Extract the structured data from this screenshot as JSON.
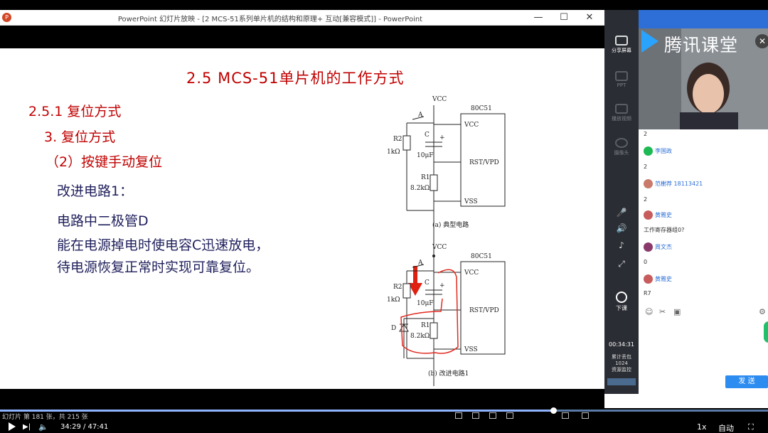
{
  "window": {
    "title": "PowerPoint 幻灯片放映 - [2 MCS-51系列单片机的结构和原理+ 互动[兼容模式]] - PowerPoint",
    "minimize": "—",
    "maximize": "☐",
    "close": "✕"
  },
  "slide": {
    "title": "2.5  MCS-51单片机的工作方式",
    "section": "2.5.1  复位方式",
    "subsection": "3. 复位方式",
    "item": "（2）按键手动复位",
    "improved": "改进电路1：",
    "body": [
      "电路中二极管D",
      "能在电源掉电时使电容C迅速放电，",
      "待电源恢复正常时实现可靠复位。"
    ]
  },
  "circuit_a": {
    "chip": "80C51",
    "vcc_top": "VCC",
    "switch": "A",
    "cap": "C",
    "cap_plus": "+",
    "r2": "R2",
    "r2_val": "1kΩ",
    "c_val": "10μF",
    "r1": "R1",
    "r1_val": "8.2kΩ",
    "pin_vcc": "VCC",
    "pin_rst": "RST/VPD",
    "pin_vss": "VSS",
    "caption": "(a) 典型电路"
  },
  "circuit_b": {
    "chip": "80C51",
    "vcc_top": "VCC",
    "switch": "A",
    "cap": "C",
    "cap_plus": "+",
    "r2": "R2",
    "r2_val": "1kΩ",
    "c_val": "10μF",
    "r1": "R1",
    "r1_val": "8.2kΩ",
    "diode": "D",
    "pin_vcc": "VCC",
    "pin_rst": "RST/VPD",
    "pin_vss": "VSS",
    "caption": "(b) 改进电路1"
  },
  "status": {
    "slide_count": "幻灯片 第 181 张，共 215 张"
  },
  "player": {
    "time": "34:29 / 47:41",
    "progress": 0.72,
    "speed": "1x",
    "auto": "自动"
  },
  "tencent": {
    "logo": "腾讯课堂",
    "sidebar": [
      "分享屏幕",
      "PPT",
      "播放视频",
      "摄像头"
    ],
    "end_class": "下课",
    "timer": "00:34:31",
    "stats": [
      "累计丢包",
      "1024",
      "资源监控"
    ],
    "send": "发 送",
    "chat": [
      {
        "type": "msg",
        "text": "2"
      },
      {
        "type": "user",
        "name": "李国政",
        "color": "#1db954"
      },
      {
        "type": "msg",
        "text": "2"
      },
      {
        "type": "user",
        "name": "范榭荐 18113421",
        "color": "#c97a6a"
      },
      {
        "type": "msg",
        "text": "2"
      },
      {
        "type": "user",
        "name": "黄雅史",
        "color": "#c85c5c"
      },
      {
        "type": "msg",
        "text": "工作寄存器组0?"
      },
      {
        "type": "user",
        "name": "周文杰",
        "color": "#8a3a6a"
      },
      {
        "type": "msg",
        "text": "0"
      },
      {
        "type": "user",
        "name": "黄雅史",
        "color": "#c85c5c"
      },
      {
        "type": "msg",
        "text": "R7"
      }
    ]
  },
  "colors": {
    "title_red": "#c00000",
    "body_navy": "#1f1f5c",
    "tencent_blue": "#2d6fd6"
  }
}
